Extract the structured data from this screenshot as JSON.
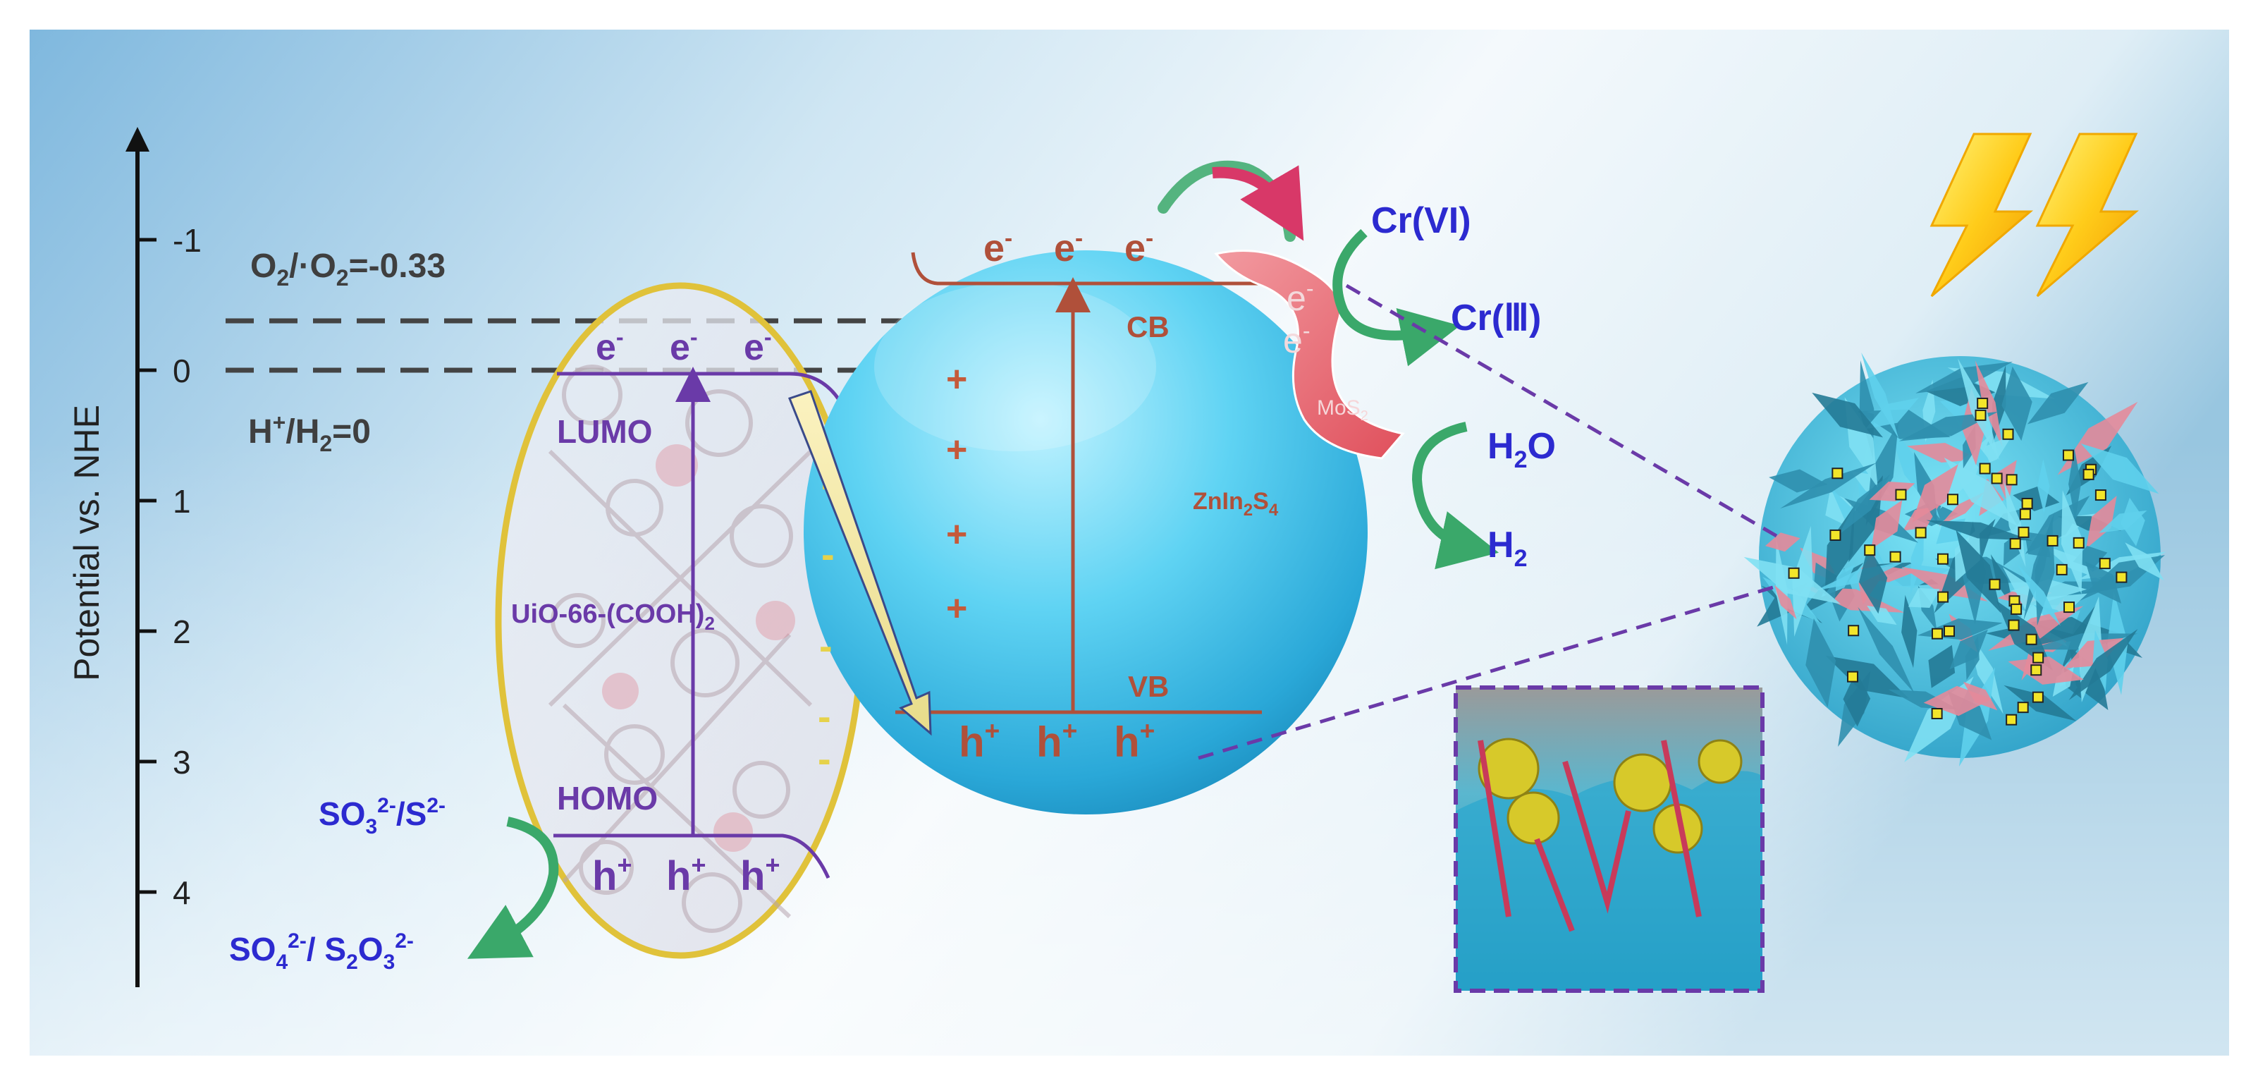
{
  "axis": {
    "label": "Potential vs. NHE",
    "ticks": [
      "-1",
      "0",
      "1",
      "2",
      "3",
      "4"
    ]
  },
  "reference_levels": {
    "o2": {
      "base": "O",
      "sub1": "2",
      "mid": "/·O",
      "sub2": "2",
      "tail": "=-0.33"
    },
    "h2": {
      "base": "H",
      "sup": "+",
      "mid": "/H",
      "sub": "2",
      "tail": "=0"
    }
  },
  "uio66": {
    "name": {
      "base": "UiO-66-(COOH)",
      "sub": "2"
    },
    "lumo": "LUMO",
    "homo": "HOMO",
    "electrons": [
      {
        "base": "e",
        "sup": "-"
      },
      {
        "base": "e",
        "sup": "-"
      },
      {
        "base": "e",
        "sup": "-"
      }
    ],
    "holes": [
      {
        "base": "h",
        "sup": "+"
      },
      {
        "base": "h",
        "sup": "+"
      },
      {
        "base": "h",
        "sup": "+"
      }
    ],
    "charge_marks": [
      "-",
      "-",
      "-",
      "-",
      "-"
    ]
  },
  "znin2s4": {
    "name": {
      "base": "ZnIn",
      "sub1": "2",
      "mid": "S",
      "sub2": "4"
    },
    "cb": "CB",
    "vb": "VB",
    "electrons": [
      {
        "base": "e",
        "sup": "-"
      },
      {
        "base": "e",
        "sup": "-"
      },
      {
        "base": "e",
        "sup": "-"
      }
    ],
    "holes": [
      {
        "base": "h",
        "sup": "+"
      },
      {
        "base": "h",
        "sup": "+"
      },
      {
        "base": "h",
        "sup": "+"
      }
    ],
    "charge_marks": [
      "+",
      "+",
      "+",
      "+"
    ]
  },
  "mos2": {
    "name": {
      "base": "MoS",
      "sub": "2"
    },
    "electrons": [
      {
        "base": "e",
        "sup": "-"
      },
      {
        "base": "e",
        "sup": "-"
      }
    ]
  },
  "reactions": {
    "cr6": "Cr(VI)",
    "cr3": "Cr(Ⅲ)",
    "h2o": {
      "base": "H",
      "sub": "2",
      "tail": "O"
    },
    "h2": {
      "base": "H",
      "sub": "2"
    },
    "sacrificial_in": {
      "a": "SO",
      "a_sub": "3",
      "a_sup": "2-",
      "b": "/S",
      "b_sup": "2-"
    },
    "sacrificial_out": {
      "a": "SO",
      "a_sub": "4",
      "a_sup": "2-",
      "b": "/ S",
      "b_sub1": "2",
      "c": "O",
      "b_sub2": "3",
      "b_sup": "2-"
    }
  },
  "colors": {
    "background_light": "#f7fbfd",
    "background_blue": "#7fb8de",
    "axis": "#111111",
    "dark_text": "#3f3f3f",
    "purple": "#6a3aa8",
    "blue_text": "#2c2ad0",
    "brown": "#b0503a",
    "sphere": "#44c4ec",
    "mos2": "#e8646e",
    "ellipse_border": "#e0c23a",
    "lightning": "#ffc21a",
    "green_arrow": "#3aa86a",
    "pink_arrow": "#d83868"
  }
}
